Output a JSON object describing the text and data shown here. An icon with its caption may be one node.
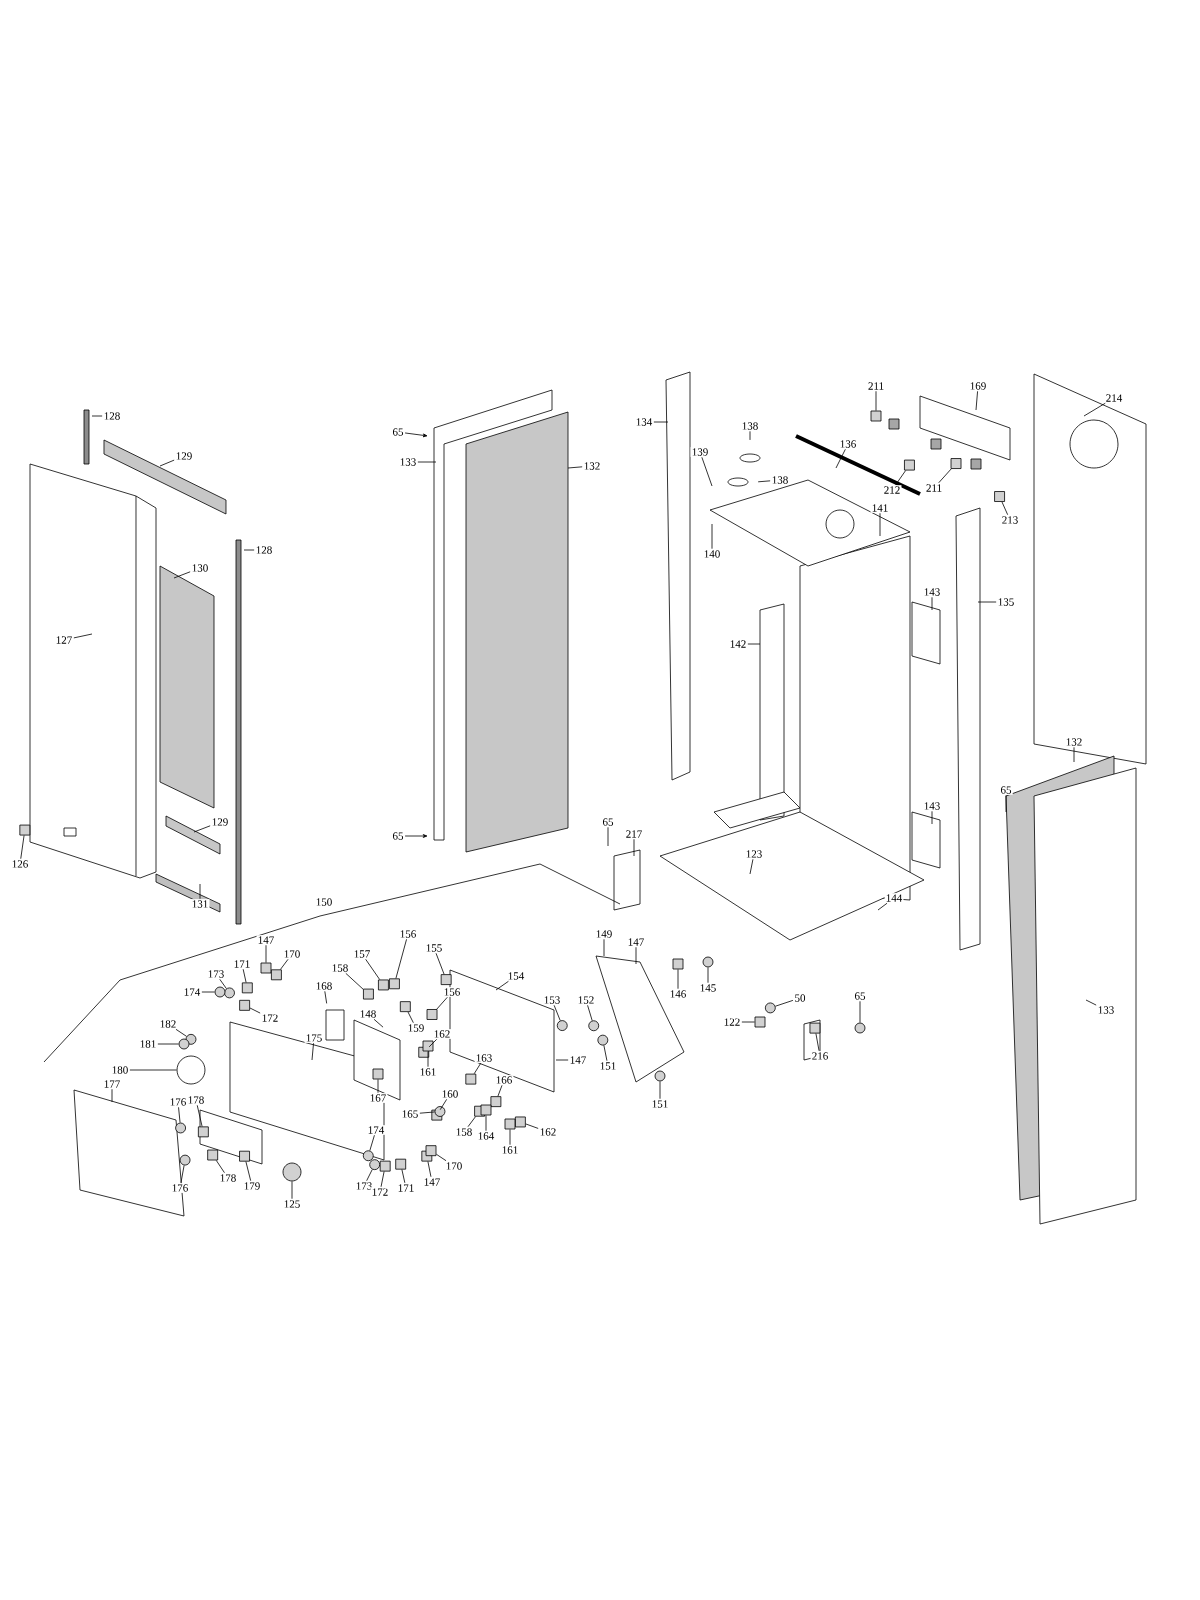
{
  "diagram": {
    "nodes": [
      {
        "text": [
          "128"
        ]
      },
      {
        "text": [
          "129"
        ]
      },
      {
        "text": [
          "128"
        ]
      },
      {
        "text": [
          "130"
        ]
      },
      {
        "text": [
          "127"
        ]
      },
      {
        "text": [
          "129"
        ]
      },
      {
        "text": [
          "126"
        ]
      },
      {
        "text": [
          "131"
        ]
      },
      {
        "text": [
          "65"
        ]
      },
      {
        "text": [
          "133"
        ]
      },
      {
        "text": [
          "132"
        ]
      },
      {
        "text": [
          "65"
        ]
      },
      {
        "text": [
          "134"
        ]
      },
      {
        "text": [
          "138"
        ]
      },
      {
        "text": [
          "139"
        ]
      },
      {
        "text": [
          "138"
        ]
      },
      {
        "text": [
          "136"
        ]
      },
      {
        "text": [
          "211"
        ]
      },
      {
        "text": [
          "169"
        ]
      },
      {
        "text": [
          "214"
        ]
      },
      {
        "text": [
          "212"
        ]
      },
      {
        "text": [
          "211"
        ]
      },
      {
        "text": [
          "213"
        ]
      },
      {
        "text": [
          "140"
        ]
      },
      {
        "text": [
          "141"
        ]
      },
      {
        "text": [
          "143"
        ]
      },
      {
        "text": [
          "135"
        ]
      },
      {
        "text": [
          "142"
        ]
      },
      {
        "text": [
          "132"
        ]
      },
      {
        "text": [
          "65"
        ]
      },
      {
        "text": [
          "143"
        ]
      },
      {
        "text": [
          "65"
        ]
      },
      {
        "text": [
          "217"
        ]
      },
      {
        "text": [
          "123"
        ]
      },
      {
        "text": [
          "144"
        ]
      },
      {
        "text": [
          "133"
        ]
      },
      {
        "text": [
          "65"
        ]
      },
      {
        "text": [
          "216"
        ]
      },
      {
        "text": [
          "50"
        ]
      },
      {
        "text": [
          "122"
        ]
      },
      {
        "text": [
          "145"
        ]
      },
      {
        "text": [
          "146"
        ]
      },
      {
        "text": [
          "147"
        ]
      },
      {
        "text": [
          "149"
        ]
      },
      {
        "text": [
          "153"
        ]
      },
      {
        "text": [
          "152"
        ]
      },
      {
        "text": [
          "151"
        ]
      },
      {
        "text": [
          "151"
        ]
      },
      {
        "text": [
          "147"
        ]
      },
      {
        "text": [
          "154"
        ]
      },
      {
        "text": [
          "155"
        ]
      },
      {
        "text": [
          "156"
        ]
      },
      {
        "text": [
          "156"
        ]
      },
      {
        "text": [
          "157"
        ]
      },
      {
        "text": [
          "158"
        ]
      },
      {
        "text": [
          "159"
        ]
      },
      {
        "text": [
          "148"
        ]
      },
      {
        "text": [
          "168"
        ]
      },
      {
        "text": [
          "162"
        ]
      },
      {
        "text": [
          "161"
        ]
      },
      {
        "text": [
          "163"
        ]
      },
      {
        "text": [
          "166"
        ]
      },
      {
        "text": [
          "160"
        ]
      },
      {
        "text": [
          "165"
        ]
      },
      {
        "text": [
          "158"
        ]
      },
      {
        "text": [
          "164"
        ]
      },
      {
        "text": [
          "162"
        ]
      },
      {
        "text": [
          "161"
        ]
      },
      {
        "text": [
          "167"
        ]
      },
      {
        "text": [
          "147"
        ]
      },
      {
        "text": [
          "170"
        ]
      },
      {
        "text": [
          "171"
        ]
      },
      {
        "text": [
          "173"
        ]
      },
      {
        "text": [
          "174"
        ]
      },
      {
        "text": [
          "172"
        ]
      },
      {
        "text": [
          "182"
        ]
      },
      {
        "text": [
          "181"
        ]
      },
      {
        "text": [
          "180"
        ]
      },
      {
        "text": [
          "175"
        ]
      },
      {
        "text": [
          "177"
        ]
      },
      {
        "text": [
          "176"
        ]
      },
      {
        "text": [
          "178"
        ]
      },
      {
        "text": [
          "176"
        ]
      },
      {
        "text": [
          "178"
        ]
      },
      {
        "text": [
          "179"
        ]
      },
      {
        "text": [
          "125"
        ]
      },
      {
        "text": [
          "174"
        ]
      },
      {
        "text": [
          "173"
        ]
      },
      {
        "text": [
          "172"
        ]
      },
      {
        "text": [
          "171"
        ]
      },
      {
        "text": [
          "147"
        ]
      },
      {
        "text": [
          "170"
        ]
      },
      {
        "text": [],
        "shape": "box"
      },
      {
        "text": [],
        "shape": "box"
      },
      {
        "text": [],
        "shape": "box"
      },
      {
        "text": [],
        "shape": "box"
      },
      {
        "text": [],
        "shape": "box"
      },
      {
        "text": [],
        "shape": "circle"
      },
      {
        "text": [],
        "shape": "box"
      },
      {
        "text": [],
        "shape": "circle"
      },
      {
        "text": [],
        "shape": "box"
      },
      {
        "text": [],
        "shape": "circle"
      },
      {
        "text": [],
        "shape": "box"
      },
      {
        "text": [],
        "shape": "circle"
      },
      {
        "text": [],
        "shape": "circle"
      },
      {
        "text": [],
        "shape": "circle"
      },
      {
        "text": [],
        "shape": "circle"
      },
      {
        "text": [],
        "shape": "box"
      },
      {
        "text": [],
        "shape": "box"
      },
      {
        "text": [],
        "shape": "box"
      },
      {
        "text": [],
        "shape": "box"
      },
      {
        "text": [],
        "shape": "box"
      },
      {
        "text": [],
        "shape": "box"
      },
      {
        "text": [],
        "shape": "box"
      },
      {
        "text": [],
        "shape": "box"
      },
      {
        "text": [],
        "shape": "box"
      },
      {
        "text": [],
        "shape": "box"
      },
      {
        "text": [],
        "shape": "box"
      },
      {
        "text": [],
        "shape": "circle"
      },
      {
        "text": [],
        "shape": "box"
      },
      {
        "text": [],
        "shape": "box"
      },
      {
        "text": [],
        "shape": "box"
      },
      {
        "text": [],
        "shape": "box"
      },
      {
        "text": [],
        "shape": "box"
      },
      {
        "text": [],
        "shape": "box"
      },
      {
        "text": [],
        "shape": "box"
      },
      {
        "text": [],
        "shape": "circle"
      },
      {
        "text": [],
        "shape": "circle"
      },
      {
        "text": [],
        "shape": "box"
      },
      {
        "text": [],
        "shape": "circle"
      },
      {
        "text": [],
        "shape": "circle"
      },
      {
        "text": [],
        "shape": "circle"
      },
      {
        "text": [],
        "shape": "circle"
      },
      {
        "text": [],
        "shape": "box"
      },
      {
        "text": [],
        "shape": "circle"
      },
      {
        "text": [],
        "shape": "box"
      },
      {
        "text": [],
        "shape": "circle"
      },
      {
        "text": [],
        "shape": "circle"
      },
      {
        "text": [],
        "shape": "circle"
      },
      {
        "text": [],
        "shape": "box"
      },
      {
        "text": [],
        "shape": "box"
      },
      {
        "text": [],
        "shape": "box"
      },
      {
        "text": [],
        "shape": "box"
      },
      {
        "text": [],
        "shape": "box"
      },
      {
        "text": [],
        "shape": "box"
      }
    ],
    "edges": [
      {
        "from": 0,
        "to": null,
        "arrow": "none"
      },
      {
        "from": 1,
        "to": null,
        "arrow": "none"
      },
      {
        "from": 2,
        "to": null,
        "arrow": "none"
      },
      {
        "from": 3,
        "to": null,
        "arrow": "none"
      },
      {
        "from": 4,
        "to": null,
        "arrow": "none"
      },
      {
        "from": 5,
        "to": null,
        "arrow": "none"
      },
      {
        "from": 6,
        "to": 92,
        "arrow": "none"
      },
      {
        "from": 7,
        "to": null,
        "arrow": "none"
      },
      {
        "from": 8,
        "to": null,
        "arrow": "to"
      },
      {
        "from": 9,
        "to": null,
        "arrow": "none"
      },
      {
        "from": 10,
        "to": null,
        "arrow": "none"
      },
      {
        "from": 11,
        "to": null,
        "arrow": "to"
      },
      {
        "from": 12,
        "to": null,
        "arrow": "none"
      },
      {
        "from": 13,
        "to": null,
        "arrow": "none"
      },
      {
        "from": 14,
        "to": null,
        "arrow": "none"
      },
      {
        "from": 15,
        "to": null,
        "arrow": "none"
      },
      {
        "from": 16,
        "to": null,
        "arrow": "none"
      },
      {
        "from": 17,
        "to": 93,
        "arrow": "none"
      },
      {
        "from": 18,
        "to": null,
        "arrow": "none"
      },
      {
        "from": 19,
        "to": null,
        "arrow": "none"
      },
      {
        "from": 20,
        "to": 94,
        "arrow": "none"
      },
      {
        "from": 21,
        "to": 95,
        "arrow": "none"
      },
      {
        "from": 22,
        "to": 96,
        "arrow": "none"
      },
      {
        "from": 23,
        "to": null,
        "arrow": "none"
      },
      {
        "from": 24,
        "to": null,
        "arrow": "none"
      },
      {
        "from": 25,
        "to": null,
        "arrow": "none"
      },
      {
        "from": 26,
        "to": null,
        "arrow": "none"
      },
      {
        "from": 27,
        "to": null,
        "arrow": "none"
      },
      {
        "from": 28,
        "to": null,
        "arrow": "none"
      },
      {
        "from": 29,
        "to": null,
        "arrow": "none"
      },
      {
        "from": 30,
        "to": null,
        "arrow": "none"
      },
      {
        "from": 31,
        "to": null,
        "arrow": "none"
      },
      {
        "from": 32,
        "to": null,
        "arrow": "none"
      },
      {
        "from": 33,
        "to": null,
        "arrow": "none"
      },
      {
        "from": 34,
        "to": null,
        "arrow": "none"
      },
      {
        "from": 35,
        "to": null,
        "arrow": "none"
      },
      {
        "from": 36,
        "to": 97,
        "arrow": "none"
      },
      {
        "from": 37,
        "to": 98,
        "arrow": "none"
      },
      {
        "from": 38,
        "to": 99,
        "arrow": "none"
      },
      {
        "from": 39,
        "to": 100,
        "arrow": "none"
      },
      {
        "from": 40,
        "to": 101,
        "arrow": "none"
      },
      {
        "from": 41,
        "to": 102,
        "arrow": "none"
      },
      {
        "from": 42,
        "to": null,
        "arrow": "none"
      },
      {
        "from": 43,
        "to": null,
        "arrow": "none"
      },
      {
        "from": 44,
        "to": 103,
        "arrow": "none"
      },
      {
        "from": 45,
        "to": 104,
        "arrow": "none"
      },
      {
        "from": 46,
        "to": 105,
        "arrow": "none"
      },
      {
        "from": 47,
        "to": 106,
        "arrow": "none"
      },
      {
        "from": 48,
        "to": null,
        "arrow": "none"
      },
      {
        "from": 49,
        "to": null,
        "arrow": "none"
      },
      {
        "from": 50,
        "to": 107,
        "arrow": "none"
      },
      {
        "from": 51,
        "to": 108,
        "arrow": "none"
      },
      {
        "from": 52,
        "to": 109,
        "arrow": "none"
      },
      {
        "from": 53,
        "to": 110,
        "arrow": "none"
      },
      {
        "from": 54,
        "to": 111,
        "arrow": "none"
      },
      {
        "from": 55,
        "to": 112,
        "arrow": "none"
      },
      {
        "from": 56,
        "to": null,
        "arrow": "none"
      },
      {
        "from": 57,
        "to": null,
        "arrow": "none"
      },
      {
        "from": 58,
        "to": 113,
        "arrow": "none"
      },
      {
        "from": 59,
        "to": 114,
        "arrow": "none"
      },
      {
        "from": 60,
        "to": 115,
        "arrow": "none"
      },
      {
        "from": 61,
        "to": 116,
        "arrow": "none"
      },
      {
        "from": 62,
        "to": 117,
        "arrow": "none"
      },
      {
        "from": 63,
        "to": 118,
        "arrow": "none"
      },
      {
        "from": 64,
        "to": 119,
        "arrow": "none"
      },
      {
        "from": 65,
        "to": 120,
        "arrow": "none"
      },
      {
        "from": 66,
        "to": 121,
        "arrow": "none"
      },
      {
        "from": 67,
        "to": 122,
        "arrow": "none"
      },
      {
        "from": 68,
        "to": 143,
        "arrow": "none"
      },
      {
        "from": 69,
        "to": 123,
        "arrow": "none"
      },
      {
        "from": 70,
        "to": 124,
        "arrow": "none"
      },
      {
        "from": 71,
        "to": 125,
        "arrow": "none"
      },
      {
        "from": 72,
        "to": 126,
        "arrow": "none"
      },
      {
        "from": 73,
        "to": 127,
        "arrow": "none"
      },
      {
        "from": 74,
        "to": 128,
        "arrow": "none"
      },
      {
        "from": 75,
        "to": 129,
        "arrow": "none"
      },
      {
        "from": 76,
        "to": 130,
        "arrow": "none"
      },
      {
        "from": 77,
        "to": 131,
        "arrow": "none"
      },
      {
        "from": 78,
        "to": null,
        "arrow": "none"
      },
      {
        "from": 79,
        "to": null,
        "arrow": "none"
      },
      {
        "from": 80,
        "to": 132,
        "arrow": "none"
      },
      {
        "from": 81,
        "to": 133,
        "arrow": "none"
      },
      {
        "from": 82,
        "to": 134,
        "arrow": "none"
      },
      {
        "from": 83,
        "to": 135,
        "arrow": "none"
      },
      {
        "from": 84,
        "to": 144,
        "arrow": "none"
      },
      {
        "from": 85,
        "to": 136,
        "arrow": "none"
      },
      {
        "from": 86,
        "to": 137,
        "arrow": "none"
      },
      {
        "from": 87,
        "to": 138,
        "arrow": "none"
      },
      {
        "from": 88,
        "to": 139,
        "arrow": "none"
      },
      {
        "from": 89,
        "to": 140,
        "arrow": "none"
      },
      {
        "from": 90,
        "to": 141,
        "arrow": "none"
      },
      {
        "from": 91,
        "to": 142,
        "arrow": "none"
      }
    ],
    "labels": [
      "150"
    ]
  }
}
